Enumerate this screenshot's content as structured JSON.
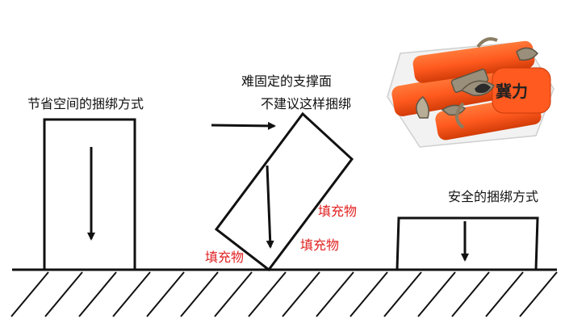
{
  "labels": {
    "space_saving": "节省空间的捆绑方式",
    "hard_support_line1": "难固定的支撑面",
    "hard_support_line2": "不建议这样捆绑",
    "safe": "安全的捆绑方式",
    "filler_1": "填充物",
    "filler_2": "填充物",
    "filler_3": "填充物"
  },
  "logo": {
    "text": "冀力"
  },
  "icons": {
    "product": "ratchet-strap-product-icon",
    "arrow": "arrow-icon",
    "ground": "hatched-ground-icon"
  },
  "colors": {
    "stroke": "#111111",
    "filler_text": "#e02020",
    "strap": "#ff5a1f",
    "strap_dark": "#d23c08",
    "metal": "#9a8f7a"
  }
}
